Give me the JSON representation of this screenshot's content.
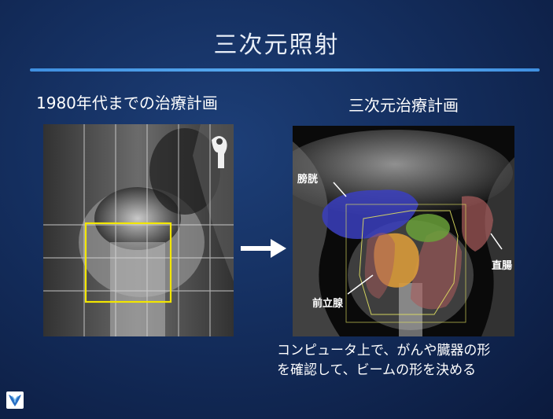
{
  "slide": {
    "title": "三次元照射",
    "left_label": "1980年代までの治療計画",
    "right_label": "三次元治療計画",
    "caption_line1": "コンピュータ上で、がんや臓器の形",
    "caption_line2": "を確認して、ビームの形を決める"
  },
  "anatomy_labels": {
    "bladder": "膀胱",
    "rectum": "直腸",
    "prostate": "前立腺"
  },
  "colors": {
    "accent_rule": "#4aa3ee",
    "field_box": "#f2e600",
    "bladder": "#3b3fbf",
    "prostate": "#d89a3a",
    "rectum": "#a95c5c",
    "seminal": "#6aa03a"
  },
  "icons": {
    "arrow": "right-arrow-icon",
    "logo": "logo-icon"
  }
}
